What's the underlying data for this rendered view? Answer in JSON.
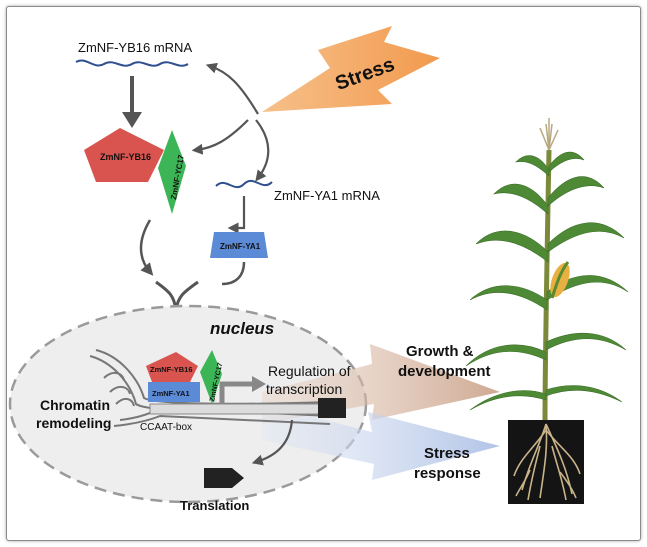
{
  "diagram": {
    "stress_label": "Stress",
    "yb16_mrna_label": "ZmNF-YB16 mRNA",
    "ya1_mrna_label": "ZmNF-YA1 mRNA",
    "yb16_protein": "ZmNF-YB16",
    "yc17_protein": "ZmNF-YC17",
    "ya1_protein": "ZmNF-YA1",
    "nucleus_label": "nucleus",
    "complex_yb16": "ZmNF-YB16",
    "complex_ya1": "ZmNF-YA1",
    "complex_yc17": "ZmNF-YC17",
    "chromatin_line1": "Chromatin",
    "chromatin_line2": "remodeling",
    "ccaat_box": "CCAAT-box",
    "regulation_line1": "Regulation of",
    "regulation_line2": "transcription",
    "translation_label": "Translation",
    "growth_line1": "Growth &",
    "growth_line2": "development",
    "stress_response_line1": "Stress",
    "stress_response_line2": "response"
  },
  "colors": {
    "yb16": "#d9544f",
    "yc17": "#3cb556",
    "ya1": "#5b8ad6",
    "stress_bolt": "#f4a460",
    "mrna": "#2f4f8f",
    "arrow_gray": "#555555",
    "growth_arrow": "#c9a48a",
    "stress_arrow": "#b8c8e8"
  }
}
